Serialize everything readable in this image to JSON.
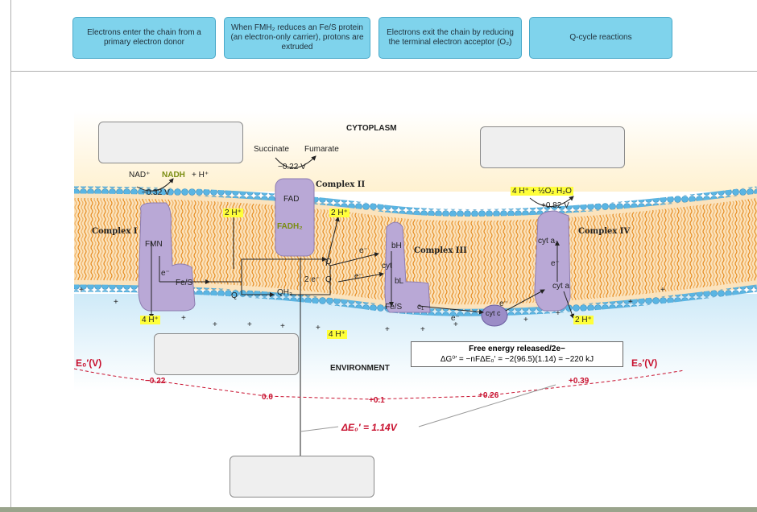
{
  "tiles": [
    "Electrons enter the chain from a primary electron donor",
    "When FMH₂ reduces an Fe/S protein (an electron-only carrier), protons are extruded",
    "Electrons exit the chain by reducing the terminal electron acceptor (O₂)",
    "Q-cycle reactions"
  ],
  "labels": {
    "cytoplasm": "CYTOPLASM",
    "environment": "ENVIRONMENT",
    "succinate": "Succinate",
    "fumarate": "Fumarate",
    "potential_succ": "−0.22 V",
    "nad": "NAD⁺",
    "nadh": "NADH",
    "plus_h": "+ H⁺",
    "potential_nadh": "−0.32 V",
    "complex1": "Complex I",
    "complex2": "Complex II",
    "complex3": "Complex III",
    "complex4": "Complex IV",
    "fmn": "FMN",
    "fes": "Fe/S",
    "fad": "FAD",
    "fadh2": "FADH₂",
    "q": "Q",
    "qh2": "QH₂",
    "two_e": "2 e⁻",
    "e": "e⁻",
    "bh": "bH",
    "bl": "bL",
    "cyt": "cyt",
    "c1": "c₁",
    "fes_c1": "Fe/S",
    "cytc": "cyt c",
    "cyt_a3": "cyt a₃",
    "cyt_a": "cyt a",
    "two_h_1": "2 H⁺",
    "two_h_2": "2 H⁺",
    "two_h_3": "2 H⁺",
    "four_h_1": "4 H⁺",
    "four_h_2": "4 H⁺",
    "o2_eq": "4 H⁺ + ½O₂   H₂O",
    "potential_o2": "+0.82 V",
    "plus": "+",
    "free_title": "Free energy released/2e−",
    "free_eq": "ΔG⁰′ = −nFΔE₀′ = −2(96.5)(1.14) = −220 kJ",
    "eo_left": "E₀′(V)",
    "eo_right": "E₀′(V)",
    "v1": "−0.22",
    "v2": "0.0",
    "v3": "+0.1",
    "v4": "+0.26",
    "v5": "+0.39",
    "delta_e": "ΔE₀′ = 1.14V"
  },
  "colors": {
    "tile": "#7fd3ec",
    "protein": "#b9a8d6",
    "membrane_head": "#5bb8e6",
    "membrane_tail": "#f2a347",
    "cytoplasm": "#fff3d6",
    "environment": "#d6eef9",
    "highlight": "#ffff3a",
    "redline": "#c8102e"
  }
}
